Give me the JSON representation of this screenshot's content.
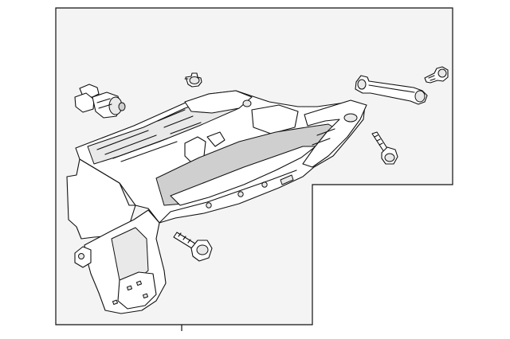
{
  "diagram": {
    "parts": [
      {
        "id": "glove-box-housing",
        "icon": "glove-box-assembly-icon"
      },
      {
        "id": "lamp-switch",
        "icon": "lamp-switch-icon"
      },
      {
        "id": "upper-clip",
        "icon": "clip-icon"
      },
      {
        "id": "damper-rod",
        "icon": "damper-rod-icon"
      },
      {
        "id": "rod-screw",
        "icon": "screw-icon"
      },
      {
        "id": "right-bolt",
        "icon": "bolt-icon"
      },
      {
        "id": "lower-bolt",
        "icon": "bolt-icon"
      }
    ],
    "colors": {
      "line": "#111111",
      "panel": "#f4f4f4",
      "background": "#ffffff"
    }
  }
}
